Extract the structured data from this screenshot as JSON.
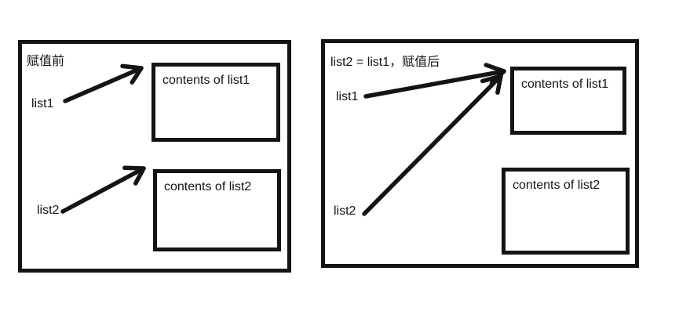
{
  "canvas": {
    "background": "#ffffff",
    "ink": "#141414"
  },
  "panels": [
    {
      "title": "赋值前",
      "variables": [
        {
          "label": "list1"
        },
        {
          "label": "list2"
        }
      ],
      "boxes": [
        {
          "label": "contents of list1"
        },
        {
          "label": "contents of list2"
        }
      ]
    },
    {
      "title": "list2 = list1，赋值后",
      "variables": [
        {
          "label": "list1"
        },
        {
          "label": "list2"
        }
      ],
      "boxes": [
        {
          "label": "contents of list1"
        },
        {
          "label": "contents of list2"
        }
      ]
    }
  ]
}
